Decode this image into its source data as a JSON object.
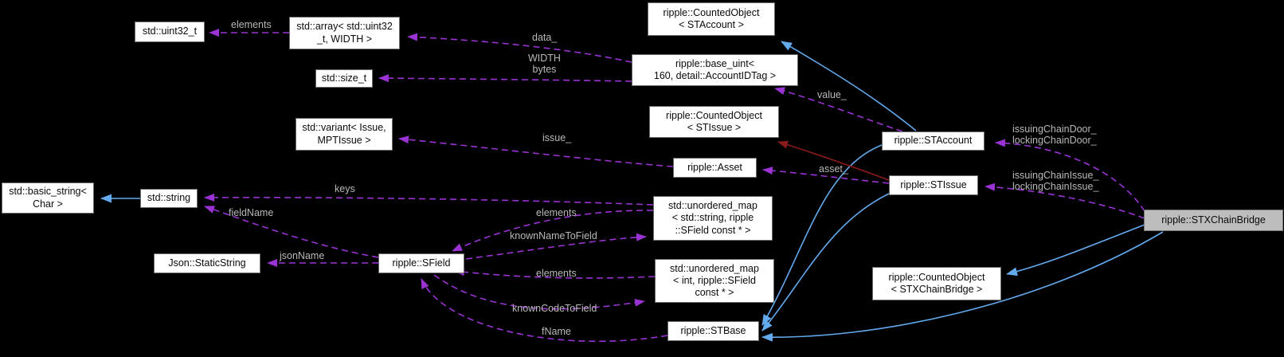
{
  "diagram_type": "doxygen-collaboration-graph",
  "colors": {
    "background": "#000000",
    "node_bg": "#ffffff",
    "node_border": "#6a6a6a",
    "highlight_bg": "#bdbdbd",
    "label": "#b9b9b9",
    "edge_usage": "#9a32d4",
    "edge_public": "#63aaee",
    "edge_protected": "#8b1a1a"
  },
  "nodes": [
    {
      "label": "std::uint32_t"
    },
    {
      "label": "std::array< std::uint32\n_t, WIDTH >"
    },
    {
      "label": "std::size_t"
    },
    {
      "label": "ripple::CountedObject\n< STAccount >"
    },
    {
      "label": "ripple::base_uint<\n160, detail::AccountIDTag >"
    },
    {
      "label": "std::variant< Issue,\nMPTIssue >"
    },
    {
      "label": "ripple::CountedObject\n< STIssue >"
    },
    {
      "label": "ripple::Asset"
    },
    {
      "label": "ripple::STAccount"
    },
    {
      "label": "ripple::STIssue"
    },
    {
      "label": "std::basic_string<\nChar >"
    },
    {
      "label": "std::string"
    },
    {
      "label": "Json::StaticString"
    },
    {
      "label": "ripple::SField"
    },
    {
      "label": "std::unordered_map\n< std::string, ripple\n::SField const * >"
    },
    {
      "label": "std::unordered_map\n< int, ripple::SField\nconst * >"
    },
    {
      "label": "ripple::CountedObject\n< STXChainBridge >"
    },
    {
      "label": "ripple::STBase"
    },
    {
      "label": "ripple::STXChainBridge"
    }
  ],
  "edge_labels": [
    {
      "text": "elements"
    },
    {
      "text": "data_"
    },
    {
      "text": "WIDTH\nbytes"
    },
    {
      "text": "value_"
    },
    {
      "text": "issue_"
    },
    {
      "text": "asset_"
    },
    {
      "text": "issuingChainDoor_\nlockingChainDoor_"
    },
    {
      "text": "issuingChainIssue_\nlockingChainIssue_"
    },
    {
      "text": "keys"
    },
    {
      "text": "fieldName"
    },
    {
      "text": "jsonName"
    },
    {
      "text": "elements"
    },
    {
      "text": "knownNameToField"
    },
    {
      "text": "elements"
    },
    {
      "text": "knownCodeToField"
    },
    {
      "text": "fName"
    }
  ]
}
